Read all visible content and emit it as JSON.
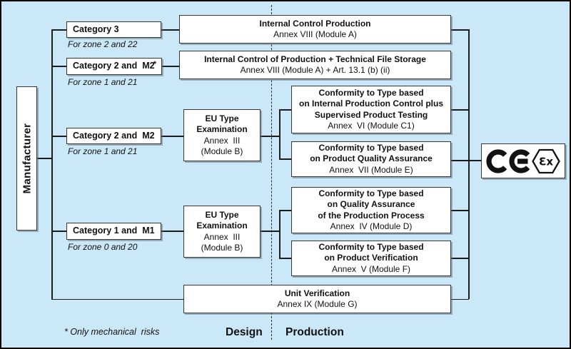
{
  "colors": {
    "background": "#cbe8f9",
    "line": "#1c1c1c",
    "box_border": "#373737",
    "box_background": "#ffffff",
    "text": "#111111"
  },
  "manufacturer": {
    "label": "Manufacturer"
  },
  "categories": [
    {
      "label": "Category 3",
      "asterisk": "",
      "zone_note": "For zone 2 and 22"
    },
    {
      "label": "Category 2 and  M2",
      "asterisk": "*",
      "zone_note": "For zone 1 and 21"
    },
    {
      "label": "Category 2 and  M2",
      "asterisk": "",
      "zone_note": "For zone 1 and 21"
    },
    {
      "label": "Category 1 and  M1",
      "asterisk": "",
      "zone_note": "For zone 0 and 20"
    }
  ],
  "modules": {
    "internal_control": {
      "title": "Internal Control Production",
      "annex": "Annex VIII (Module A)"
    },
    "internal_control_storage": {
      "title": "Internal Control of Production + Technical File Storage",
      "annex": "Annex VIII (Module A) + Art. 13.1 (b) (ii)"
    },
    "eu_type_1": {
      "title_line1": "EU Type",
      "title_line2": "Examination",
      "annex_line1": "Annex  III",
      "annex_line2": "(Module B)"
    },
    "eu_type_2": {
      "title_line1": "EU Type",
      "title_line2": "Examination",
      "annex_line1": "Annex  III",
      "annex_line2": "(Module B)"
    },
    "module_c1": {
      "title_line1": "Conformity to Type based",
      "title_line2": "on Internal Production Control plus",
      "title_line3": "Supervised Product Testing",
      "annex": "Annex  VI (Module C1)"
    },
    "module_e": {
      "title_line1": "Conformity to Type based",
      "title_line2": "on Product Quality Assurance",
      "annex": "Annex  VII (Module E)"
    },
    "module_d": {
      "title_line1": "Conformity to Type based",
      "title_line2": "on Quality Assurance",
      "title_line3": "of the Production Process",
      "annex": "Annex  IV (Module D)"
    },
    "module_f": {
      "title_line1": "Conformity to Type based",
      "title_line2": "on Product Verification",
      "annex": "Annex  V (Module F)"
    },
    "unit_verification": {
      "title": "Unit Verification",
      "annex": "Annex IX (Module G)"
    }
  },
  "phases": {
    "design": "Design",
    "production": "Production"
  },
  "footnote": "* Only mechanical  risks",
  "ce_mark": {
    "label": "CE",
    "ex_glyph": "Ɛx"
  }
}
